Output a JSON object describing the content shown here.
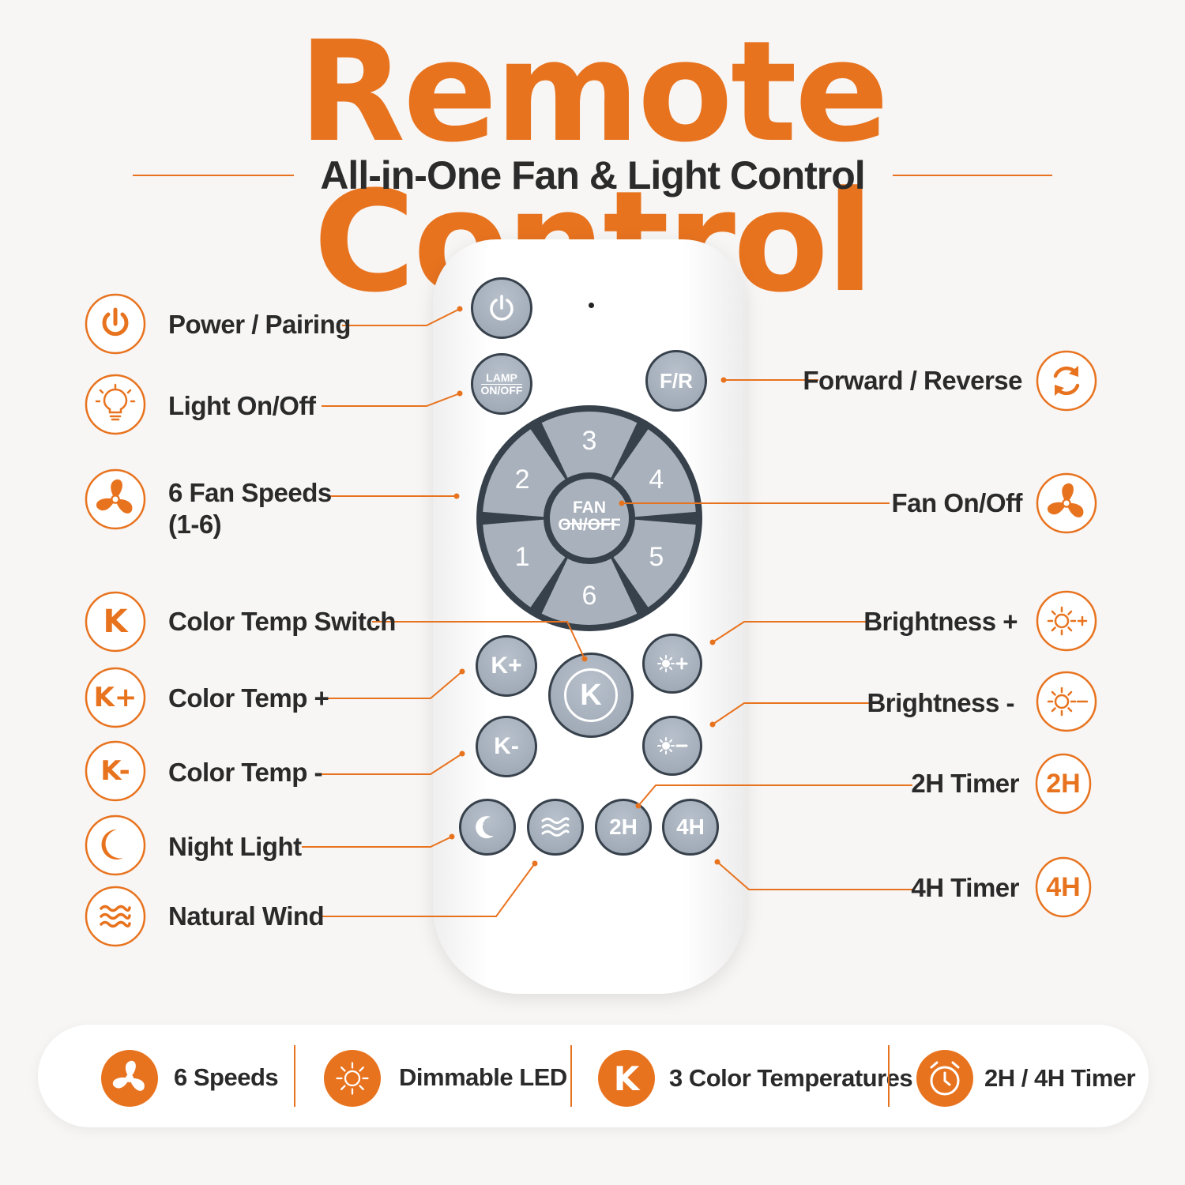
{
  "header": {
    "title": "Remote Control",
    "subtitle": "All-in-One Fan & Light Control"
  },
  "accent_color": "#e8731f",
  "button_color": "#a3adb9",
  "left_features": [
    {
      "label": "Power / Pairing",
      "icon": "power-icon"
    },
    {
      "label": "Light On/Off",
      "icon": "light-bulb-icon"
    },
    {
      "label": "6 Fan Speeds",
      "sub": "(1-6)",
      "icon": "fan-icon"
    },
    {
      "label": "Color Temp Switch",
      "icon": "k-icon",
      "glyph": "K"
    },
    {
      "label": "Color Temp +",
      "icon": "k-plus-icon",
      "glyph": "K+"
    },
    {
      "label": "Color Temp -",
      "icon": "k-minus-icon",
      "glyph": "K-"
    },
    {
      "label": "Night Light",
      "icon": "moon-icon"
    },
    {
      "label": "Natural Wind",
      "icon": "wind-icon"
    }
  ],
  "right_features": [
    {
      "label": "Forward / Reverse",
      "icon": "reverse-arrows-icon"
    },
    {
      "label": "Fan On/Off",
      "icon": "fan-icon"
    },
    {
      "label": "Brightness +",
      "icon": "sun-plus-icon"
    },
    {
      "label": "Brightness -",
      "icon": "sun-minus-icon"
    },
    {
      "label": "2H Timer",
      "icon": "timer-2h-icon",
      "glyph": "2H"
    },
    {
      "label": "4H Timer",
      "icon": "timer-4h-icon",
      "glyph": "4H"
    }
  ],
  "remote": {
    "power": "power-icon",
    "lamp_top": "LAMP",
    "lamp_bottom": "ON/OFF",
    "fr": "F/R",
    "speeds": [
      "1",
      "2",
      "3",
      "4",
      "5",
      "6"
    ],
    "fan_top": "FAN",
    "fan_bottom": "ON/OFF",
    "k_plus": "K+",
    "k": "K",
    "k_minus": "K-",
    "night": "moon-icon",
    "wind": "wind-icon",
    "timer_2h": "2H",
    "timer_4h": "4H"
  },
  "bottom_bar": [
    {
      "label": "6 Speeds",
      "icon": "fan-icon"
    },
    {
      "label": "Dimmable LED",
      "icon": "sun-icon"
    },
    {
      "label": "3 Color Temperatures",
      "icon": "k-icon",
      "glyph": "K"
    },
    {
      "label": "2H / 4H Timer",
      "icon": "alarm-clock-icon"
    }
  ]
}
